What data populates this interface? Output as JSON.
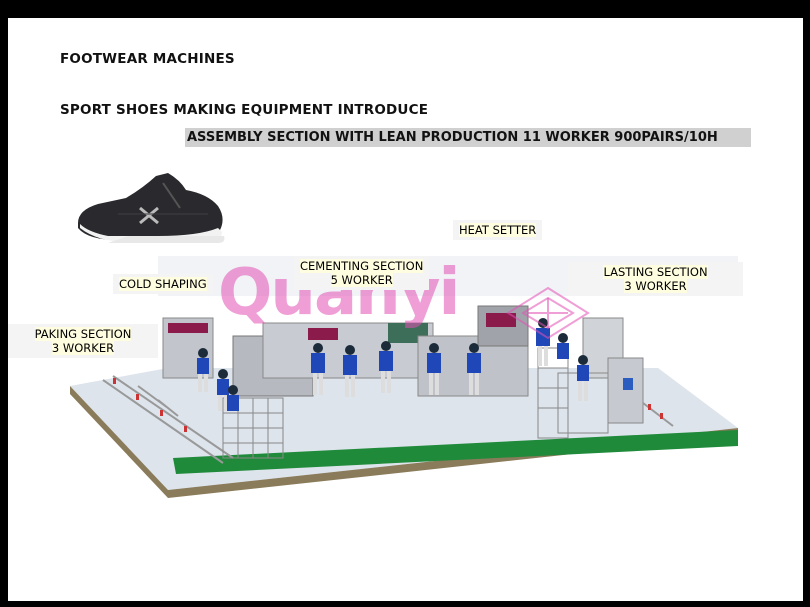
{
  "title": "FOOTWEAR MACHINES",
  "subtitle": "SPORT SHOES MAKING EQUIPMENT INTRODUCE",
  "banner": "ASSEMBLY SECTION WITH LEAN PRODUCTION    11 WORKER 900PAIRS/10H",
  "labels": {
    "heat_setter": "HEAT SETTER",
    "cold_shaping": "COLD SHAPING",
    "cementing_line1": "CEMENTING SECTION",
    "cementing_line2": "5 WORKER",
    "lasting_line1": "LASTING SECTION",
    "lasting_line2": "3 WORKER",
    "paking_line1": "PAKING SECTION",
    "paking_line2": "3 WORKER"
  },
  "watermark": "Quanyi",
  "colors": {
    "floor": "#dfe6ee",
    "green_strip": "#1f8a3a",
    "machine": "#b9bec6",
    "worker": "#1f47b8",
    "watermark": "#e150b4",
    "label_bg": "#fffde0"
  }
}
